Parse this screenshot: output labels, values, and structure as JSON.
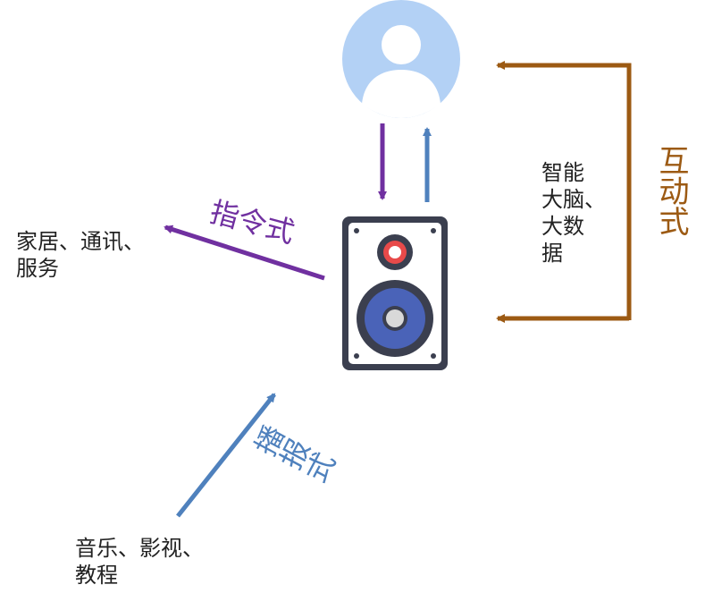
{
  "labels": {
    "home_services": "家居、通讯、\n服务",
    "brain_bigdata": "智能\n大脑、\n大数\n据",
    "media": "音乐、影视、\n教程"
  },
  "modes": {
    "command": "指令式",
    "broadcast": "播报式",
    "interactive": "互动式"
  },
  "colors": {
    "purple": "#7030a0",
    "blue": "#4f81bd",
    "brown": "#9c5a13",
    "avatar_bg": "#b3d1f5",
    "speaker_body": "#3b3f4f",
    "speaker_small": "#e84a4a",
    "speaker_big": "#4a63b8"
  },
  "icons": {
    "user": "user-avatar-icon",
    "speaker": "speaker-icon"
  }
}
